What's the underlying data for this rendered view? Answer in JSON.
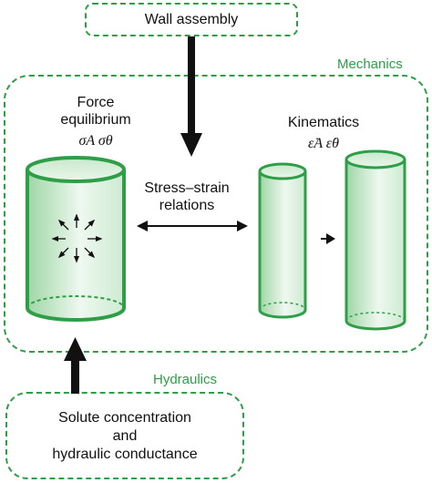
{
  "wall_assembly": "Wall assembly",
  "mechanics_label": "Mechanics",
  "hydraulics_label": "Hydraulics",
  "force_label_1": "Force",
  "force_label_2": "equilibrium",
  "stress_symbols": "σA σθ",
  "stress_strain_1": "Stress–strain",
  "stress_strain_2": "relations",
  "kinematics_label": "Kinematics",
  "strain_symbols": "ε̇A ε̇θ",
  "pressure_symbol": "P",
  "solute_1": "Solute concentration",
  "solute_2": "and",
  "solute_3": "hydraulic conductance",
  "colors": {
    "green": "#2e9e47",
    "fill_light": "#e7f5e8",
    "fill_dark": "#9fd6a6"
  }
}
